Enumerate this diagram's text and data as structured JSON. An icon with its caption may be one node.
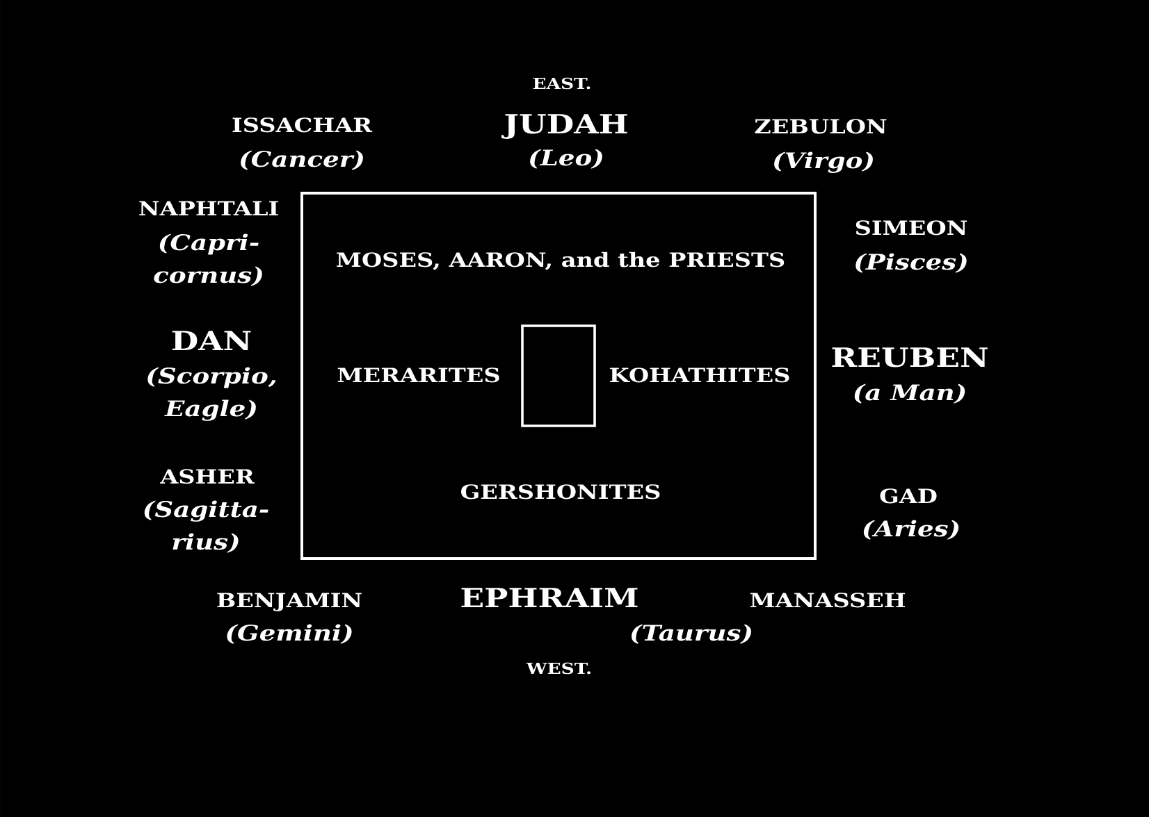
{
  "diagram": {
    "nodes": [
      {
        "text": [
          "MOSES, AARON, and the PRIESTS",
          "MERARITES",
          "KOHATHITES",
          "GERSHONITES"
        ]
      },
      {
        "text": [],
        "shape": "box",
        "in": 0
      }
    ],
    "labels": [
      "EAST.",
      "ISSACHAR",
      "(Cancer)",
      "JUDAH",
      "(Leo)",
      "ZEBULON",
      "(Virgo)",
      "NAPHTALI",
      "(Capri- cornus)",
      "SIMEON",
      "(Pisces)",
      "DAN",
      "(Scorpio, Eagle)",
      "REUBEN",
      "(a Man)",
      "ASHER",
      "(Sagitta- rius)",
      "GAD",
      "(Aries)",
      "BENJAMIN",
      "(Gemini)",
      "EPHRAIM",
      "(Taurus)",
      "MANASSEH",
      "WEST."
    ]
  }
}
